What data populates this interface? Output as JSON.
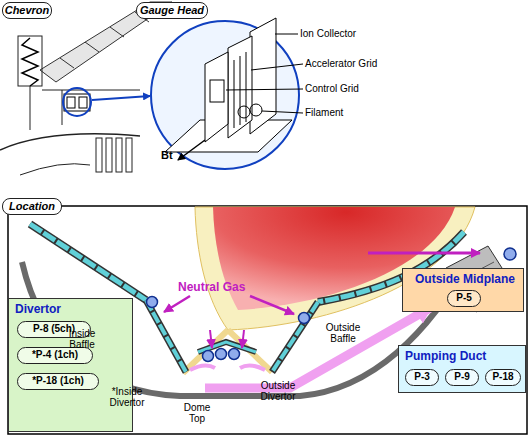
{
  "diagram": {
    "nodes": [
      {
        "text": [
          "Chevron"
        ]
      },
      {
        "text": [
          "Gauge Head"
        ]
      },
      {
        "text": [
          "Location"
        ]
      },
      {
        "text": [
          "Outside Midplane"
        ]
      },
      {
        "text": [
          "P-5"
        ],
        "in": 3
      },
      {
        "text": [
          "Pumping Duct"
        ]
      },
      {
        "text": [
          "P-3"
        ],
        "in": 5
      },
      {
        "text": [
          "P-9"
        ],
        "in": 5
      },
      {
        "text": [
          "P-18"
        ],
        "in": 5
      },
      {
        "text": [
          "Divertor"
        ]
      },
      {
        "text": [
          "P-8 (5ch)"
        ],
        "in": 9
      },
      {
        "text": [
          "*P-4 (1ch)"
        ],
        "in": 9
      },
      {
        "text": [
          "*P-18 (1ch)"
        ],
        "in": 9
      }
    ],
    "labels": [
      "Ion Collector",
      "Accelerator Grid",
      "Control Grid",
      "Filament",
      "Bt",
      "Neutral Gas",
      "Inside Baffle",
      "*Inside Divertor",
      "Dome Top",
      "Outside Divertor",
      "Outside Baffle"
    ]
  }
}
